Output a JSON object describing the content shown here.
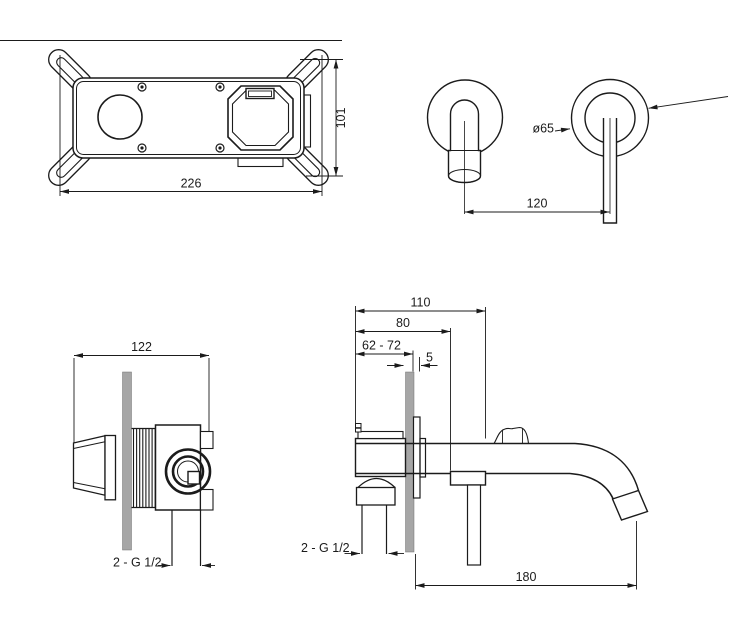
{
  "drawing": {
    "colors": {
      "line": "#1b1b1b",
      "wall_fill": "#a6a6a6",
      "background": "#ffffff"
    },
    "views": {
      "rough_in_box_top": {
        "width_dim": "226",
        "height_dim": "101"
      },
      "trim_front": {
        "escutcheon_diameter": "ø65",
        "center_distance": "120"
      },
      "valve_side": {
        "depth_dim": "122",
        "connection_label": "2 - G 1/2"
      },
      "installed_side": {
        "total_depth": "110",
        "body_depth": "80",
        "rough_in_range": "62 - 72",
        "plate_thickness": "5",
        "spout_reach": "180",
        "connection_label": "2 - G 1/2"
      }
    }
  }
}
